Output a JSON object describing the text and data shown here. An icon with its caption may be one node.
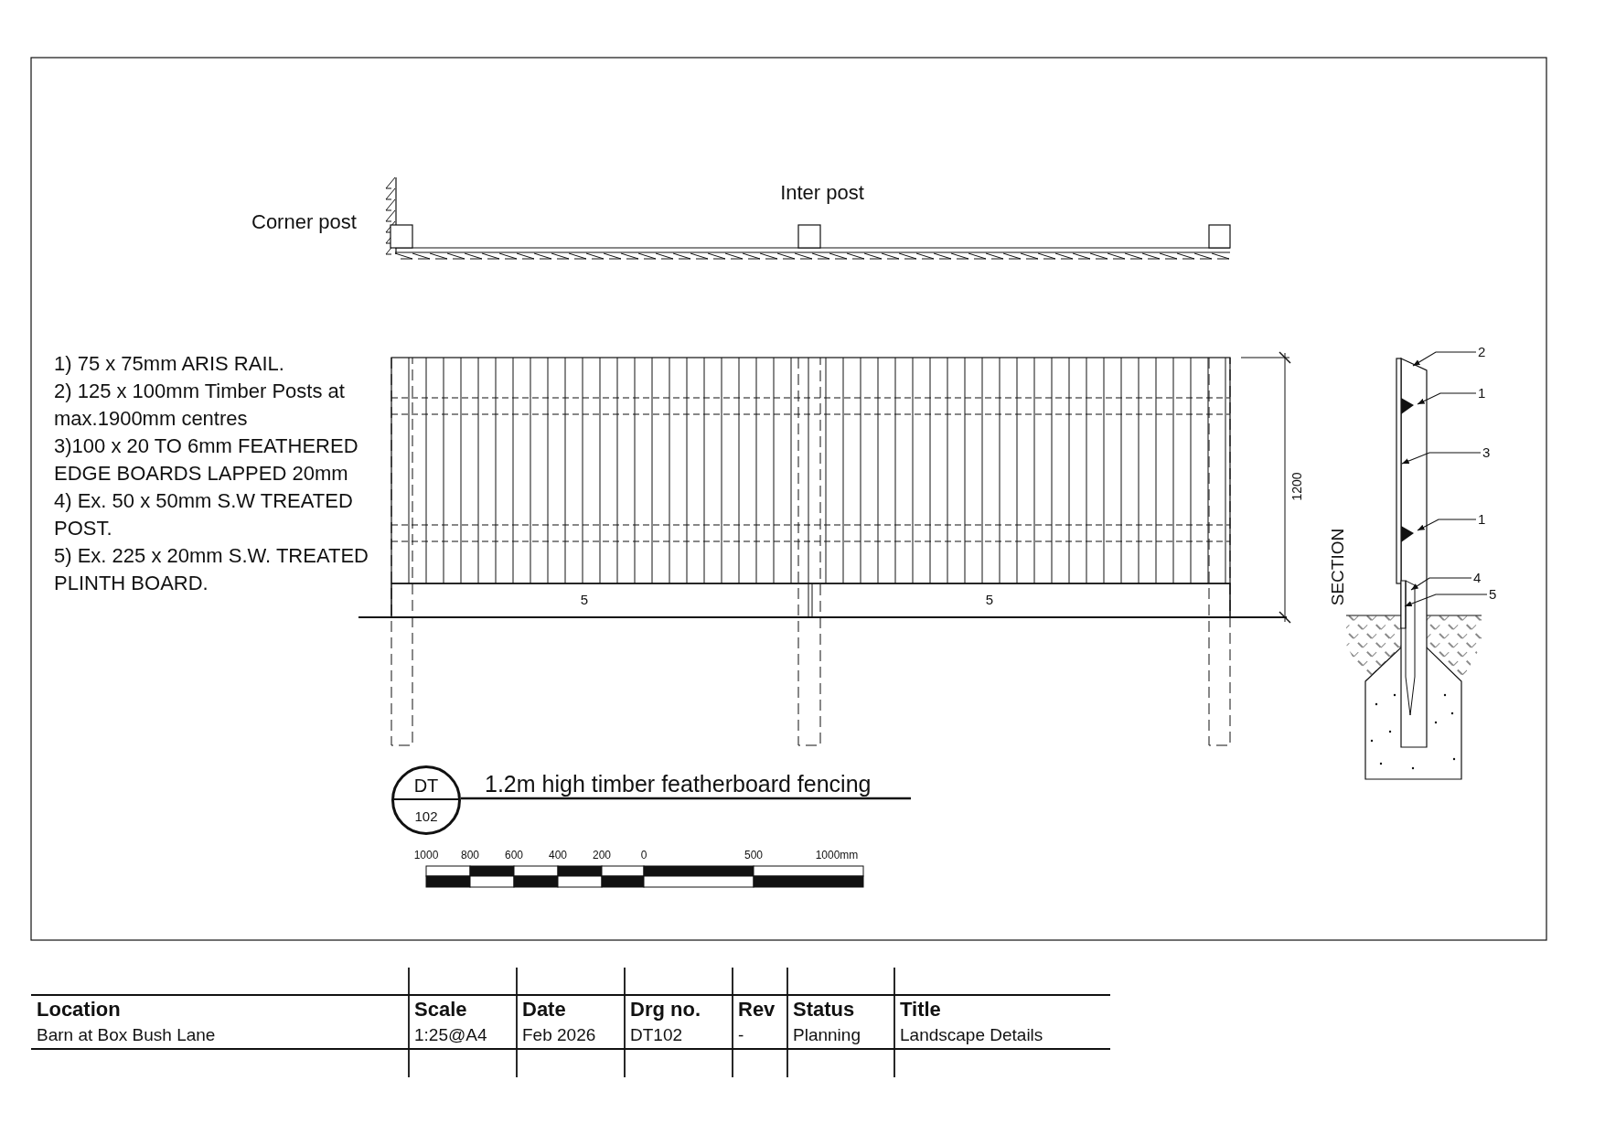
{
  "diagram": {
    "nodes": [
      {
        "text": [
          "2"
        ]
      },
      {
        "text": [
          "1"
        ]
      },
      {
        "text": [
          "3"
        ]
      },
      {
        "text": [
          "1"
        ]
      },
      {
        "text": [
          "4"
        ]
      },
      {
        "text": [
          "5"
        ]
      },
      {
        "text": [
          "DT",
          "102"
        ]
      }
    ],
    "edges": [
      {
        "from": 0,
        "to": null,
        "arrow": "to"
      },
      {
        "from": 1,
        "to": null,
        "arrow": "to"
      },
      {
        "from": 2,
        "to": null,
        "arrow": "to"
      },
      {
        "from": 3,
        "to": null,
        "arrow": "to"
      },
      {
        "from": 4,
        "to": null,
        "arrow": "to"
      },
      {
        "from": 5,
        "to": null,
        "arrow": "to"
      }
    ],
    "labels": [
      "Inter post",
      "Corner post",
      "1) 75 x 75mm ARIS RAIL.",
      "2) 125 x 100mm Timber Posts at max.1900mm centres",
      "3)100 x 20 TO 6mm FEATHERED EDGE BOARDS LAPPED 20mm",
      "4) Ex. 50 x 50mm S.W TREATED POST.",
      "5) Ex. 225 x 20mm S.W. TREATED PLINTH BOARD.",
      "1200",
      "SECTION",
      "5",
      "5",
      "1.2m high timber featherboard fencing",
      "1000",
      "800",
      "600",
      "400",
      "200",
      "0",
      "500",
      "1000mm",
      "Location",
      "Scale",
      "Date",
      "Drg no.",
      "Rev",
      "Status",
      "Title",
      "Barn at Box Bush Lane",
      "1:25@A4",
      "Feb 2026",
      "DT102",
      "-",
      "Planning",
      "Landscape Details"
    ]
  }
}
